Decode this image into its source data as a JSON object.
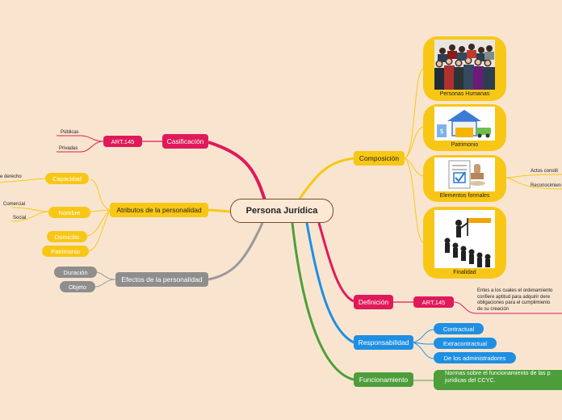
{
  "central": "Persona Jurídica",
  "branches": {
    "clasificacion": {
      "label": "Casificación",
      "ref": "ART.145",
      "items": [
        "Públicas",
        "Privadas"
      ]
    },
    "atributos": {
      "label": "Atributos de la personalidad",
      "items": [
        "Capacidad",
        "Nombre",
        "Domicilio",
        "Patrimonio"
      ],
      "capacidad_note": "e derecho",
      "nombre_notes": [
        "Comercial",
        "Social"
      ]
    },
    "efectos": {
      "label": "Efectos de la personalidad",
      "items": [
        "Duración",
        "Objeto"
      ]
    },
    "composicion": {
      "label": "Composición",
      "cards": [
        "Personas Humanas",
        "Patrimonio",
        "Elementos formales",
        "Finalidad"
      ],
      "formales_notes": [
        "Actos constit",
        "Reconocimien"
      ]
    },
    "definicion": {
      "label": "Definición",
      "ref": "ART.145",
      "text": [
        "Entes a los cuales el ordenamiento",
        "confiere aptitud para adquirir dere",
        "obligaciones para el cumplimiento",
        "de su creación"
      ]
    },
    "responsabilidad": {
      "label": "Responsabilidad",
      "items": [
        "Contractual",
        "Extracontractual",
        "De los administradores"
      ]
    },
    "funcionamiento": {
      "label": "Funcionamiento",
      "text": [
        "Normas sobre el funcionamiento de las p",
        "jurídicas del CCYC."
      ]
    }
  }
}
